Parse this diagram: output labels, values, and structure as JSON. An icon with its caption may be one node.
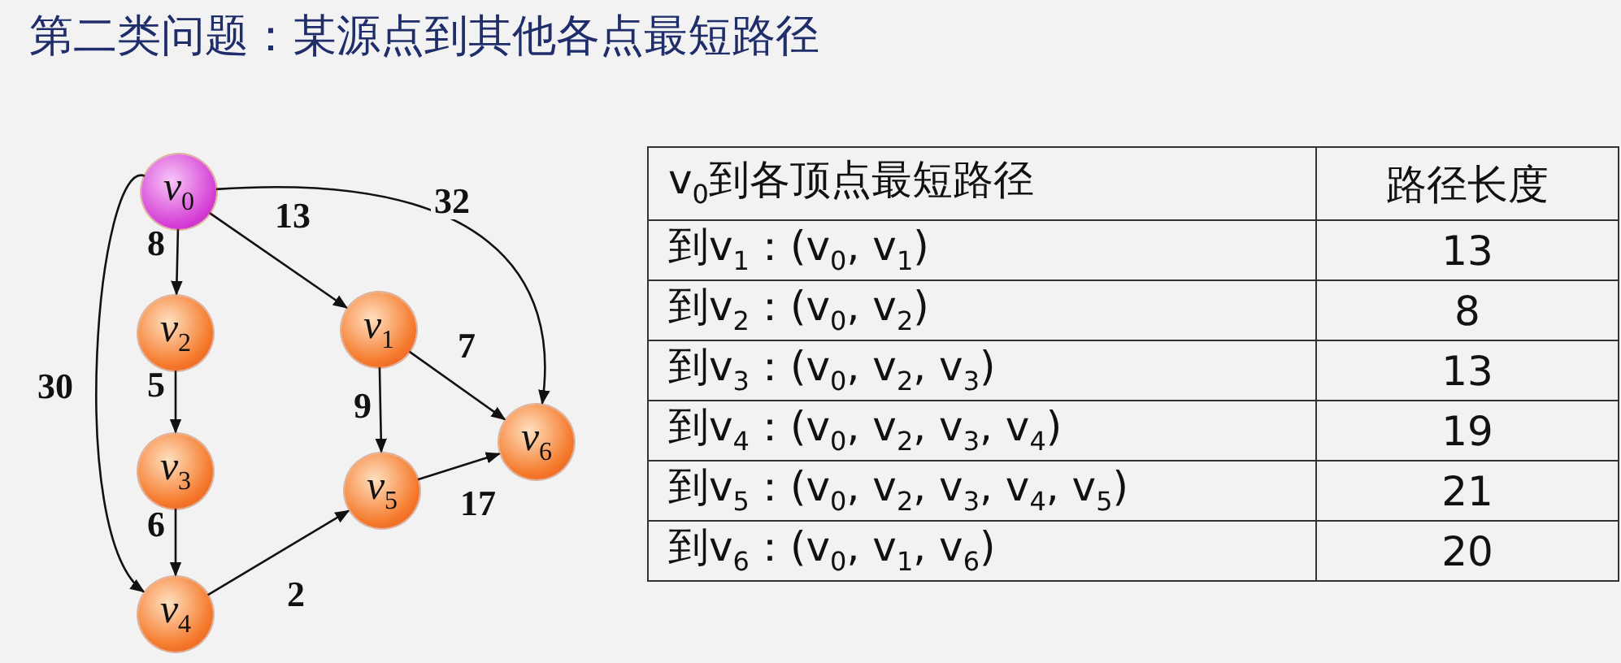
{
  "diagram": {
    "title": "第二类问题：某源点到其他各点最短路径",
    "nodes": [
      {
        "text": [
          "v$_{0}$"
        ]
      },
      {
        "text": [
          "v$_{2}$"
        ]
      },
      {
        "text": [
          "v$_{1}$"
        ]
      },
      {
        "text": [
          "v$_{6}$"
        ]
      },
      {
        "text": [
          "v$_{3}$"
        ]
      },
      {
        "text": [
          "v$_{5}$"
        ]
      },
      {
        "text": [
          "v$_{4}$"
        ]
      }
    ],
    "edges": [
      {
        "from": 0,
        "to": 1,
        "arrow": "to",
        "label": "8"
      },
      {
        "from": 0,
        "to": 2,
        "arrow": "to",
        "label": "13"
      },
      {
        "from": 0,
        "to": 3,
        "arrow": "to",
        "label": "32"
      },
      {
        "from": 0,
        "to": 6,
        "arrow": "to",
        "label": "30"
      },
      {
        "from": 1,
        "to": 4,
        "arrow": "to",
        "label": "5"
      },
      {
        "from": 4,
        "to": 6,
        "arrow": "to",
        "label": "6"
      },
      {
        "from": 2,
        "to": 3,
        "arrow": "to",
        "label": "7"
      },
      {
        "from": 2,
        "to": 5,
        "arrow": "to",
        "label": "9"
      },
      {
        "from": 6,
        "to": 5,
        "arrow": "to",
        "label": "2"
      },
      {
        "from": 5,
        "to": 3,
        "arrow": "to",
        "label": "17"
      }
    ],
    "labels": [
      "v$_{0}$到各顶点最短路径",
      "路径长度",
      "到v$_{1}$：(v$_{0}$, v$_{1}$)",
      "13",
      "到v$_{2}$：(v$_{0}$, v$_{2}$)",
      "8",
      "到v$_{3}$：(v$_{0}$, v$_{2}$, v$_{3}$)",
      "13",
      "到v$_{4}$：(v$_{0}$, v$_{2}$, v$_{3}$, v$_{4}$)",
      "19",
      "到v$_{5}$：(v$_{0}$, v$_{2}$, v$_{3}$, v$_{4}$, v$_{5}$)",
      "21",
      "到v$_{6}$：(v$_{0}$, v$_{1}$, v$_{6}$)",
      "20"
    ]
  }
}
